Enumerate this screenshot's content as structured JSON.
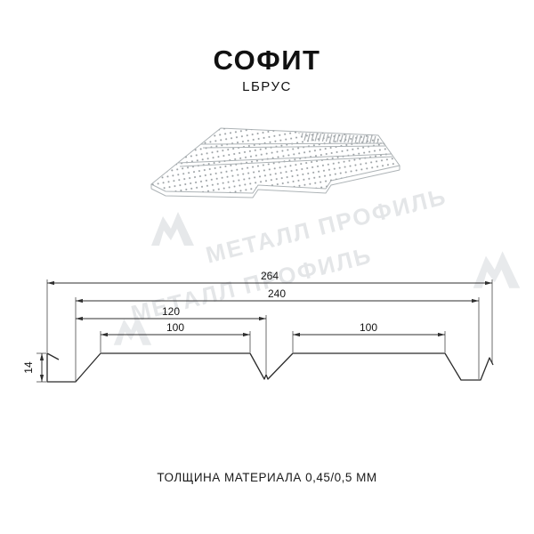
{
  "header": {
    "title": "СОФИТ",
    "subtitle": "LБРУС"
  },
  "watermark": {
    "text": "МЕТАЛЛ ПРОФИЛЬ"
  },
  "drawing": {
    "dim_overall": "264",
    "dim_cover": "240",
    "dim_left_groove": "120",
    "dim_flat_left": "100",
    "dim_flat_right": "100",
    "dim_height": "14"
  },
  "footer": {
    "text": "ТОЛЩИНА МАТЕРИАЛА 0,45/0,5 ММ"
  },
  "colors": {
    "line": "#2f2f2f",
    "panel_outline": "#adb3b6",
    "perforation": "#969ca0",
    "watermark": "#e4e6e8"
  }
}
